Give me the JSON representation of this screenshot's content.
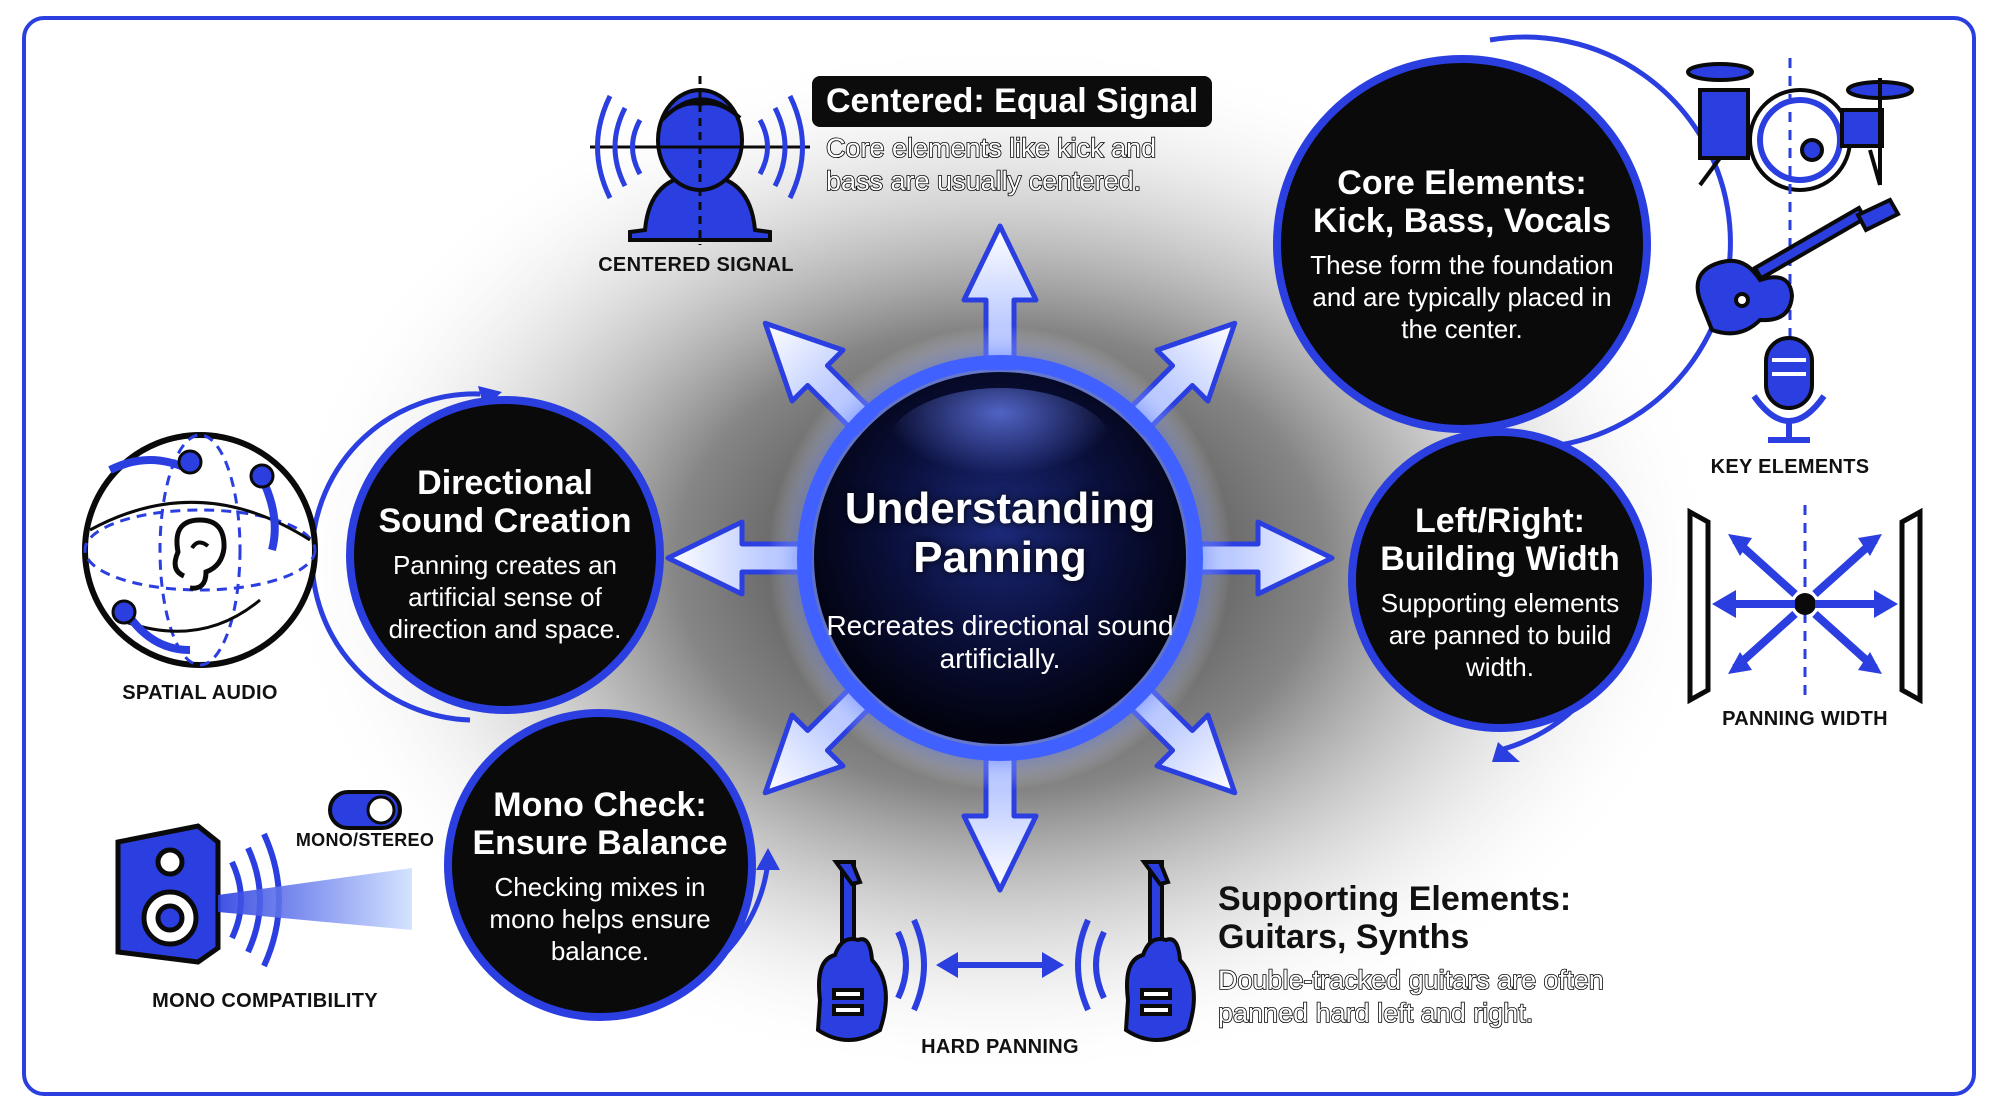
{
  "center": {
    "title": "Understanding Panning",
    "body": "Recreates directional sound artificially."
  },
  "top_callout": {
    "title": "Centered: Equal Signal",
    "body": "Core elements like kick and bass are usually centered."
  },
  "core": {
    "title": "Core Elements: Kick, Bass, Vocals",
    "body": "These form the foundation and are typically placed in the center."
  },
  "leftright": {
    "title": "Left/Right: Building Width",
    "body": "Supporting elements are panned to build width."
  },
  "directional": {
    "title": "Directional Sound Creation",
    "body": "Panning creates an artificial sense of direction and space."
  },
  "mono": {
    "title": "Mono Check: Ensure Balance",
    "body": "Checking mixes in mono helps ensure balance."
  },
  "supporting": {
    "title": "Supporting Elements: Guitars, Synths",
    "body": "Double-tracked guitars are often panned hard left and right."
  },
  "labels": {
    "centered_signal": "CENTERED SIGNAL",
    "key_elements": "KEY ELEMENTS",
    "panning_width": "PANNING WIDTH",
    "spatial_audio": "SPATIAL AUDIO",
    "mono_stereo": "MONO/STEREO",
    "mono_compat": "MONO COMPATIBILITY",
    "hard_panning": "HARD PANNING"
  },
  "colors": {
    "accent": "#2b3fe0",
    "circle_fill": "#0a0a0a",
    "glow": "#3a5cff"
  },
  "icons": [
    "head-icon",
    "drum-kit-icon",
    "bass-guitar-icon",
    "microphone-icon",
    "panning-width-icon",
    "sphere-ear-icon",
    "speaker-icon",
    "toggle-switch-icon",
    "guitar-left-icon",
    "guitar-right-icon"
  ]
}
